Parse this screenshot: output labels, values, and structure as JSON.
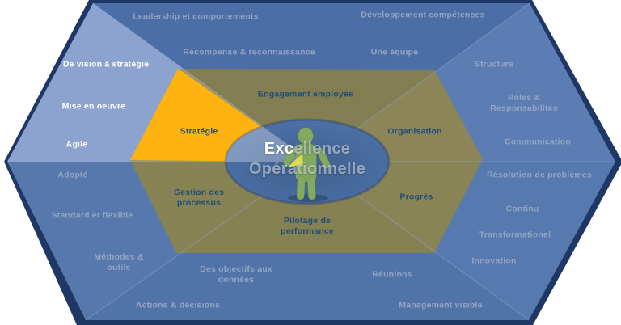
{
  "diagram": {
    "center": {
      "highlight": "Exc",
      "rest": "ellence",
      "line2": "Opérationnelle"
    },
    "vision_wedge": [
      "De vision à stratégie",
      "Mise en oeuvre",
      "Agile"
    ],
    "strategy": "Stratégie",
    "inner": {
      "engagement": "Engagement employés",
      "organisation": "Organisation",
      "progres": "Progrès",
      "pilotage": "Pilotage de\nperformance",
      "gestion": "Gestion des\nprocessus"
    },
    "outer": {
      "leadership": "Leadership et comportements",
      "recompense": "Récompense & reconnaissance",
      "developpement": "Développement compétences",
      "une_equipe": "Une équipe",
      "structure": "Structure",
      "roles": "Rôles &\nResponsabilités",
      "communication": "Communication",
      "resolution": "Résolution de problèmes",
      "continu": "Continu",
      "transformationel": "Transformationel",
      "innovation": "Innovation",
      "reunions": "Réunions",
      "management": "Management visible",
      "objectifs": "Des objectifs aux\ndonnées",
      "actions": "Actions & décisions",
      "methodes": "Méthodes &\noutils",
      "standard": "Standard et flexible",
      "adopte": "Adopté"
    },
    "colors": {
      "navy_shadow": "#1E3765",
      "sector_top": "#4A6EA5",
      "sector_upper_right": "#5C7DB3",
      "sector_lower_right": "#567AB0",
      "sector_bottom": "#5174A8",
      "sector_lower_left": "#5678AC",
      "vision_wedge_blue": "#8CA2CF",
      "strategy_orange": "#FFB310",
      "olive_overlay": "rgba(179,141,12,0.55)",
      "ellipse_blue": "#4A6FA4",
      "person_green": "#82AA5E",
      "arrow_yellow": "#DBDC4D",
      "label_muted": "#93A4C3",
      "label_dark_blue": "#1F4E79"
    }
  }
}
